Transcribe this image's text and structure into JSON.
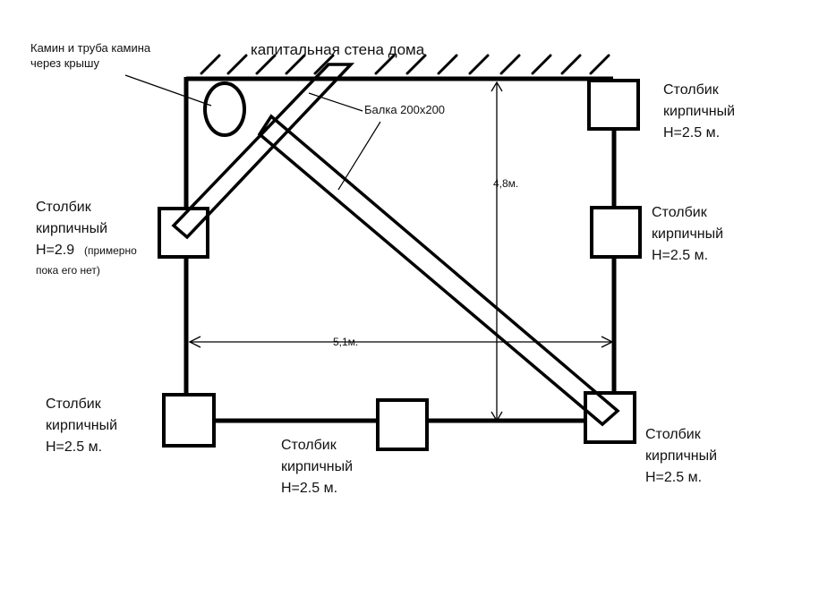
{
  "labels": {
    "wall": "капитальная стена дома",
    "fireplace": [
      "Камин и труба камина",
      "через крышу"
    ],
    "beam": "Балка 200х200",
    "height_dim": "4,8м.",
    "width_dim": "5,1м.",
    "post_top_right": [
      "Столбик",
      "кирпичный",
      "H=2.5 м."
    ],
    "post_mid_right": [
      "Столбик",
      "кирпичный",
      "H=2.5 м."
    ],
    "post_left": [
      "Столбик",
      "кирпичный",
      "H=2.9"
    ],
    "post_left_note": [
      "(примерно",
      "пока его нет)"
    ],
    "post_bottom_left": [
      "Столбик",
      "кирпичный",
      "H=2.5 м."
    ],
    "post_bottom_mid": [
      "Столбик",
      "кирпичный",
      "H=2.5 м."
    ],
    "post_bottom_right": [
      "Столбик",
      "кирпичный",
      "H=2.5 м."
    ]
  },
  "colors": {
    "stroke": "#000000",
    "text": "#111111",
    "background": "#ffffff"
  }
}
